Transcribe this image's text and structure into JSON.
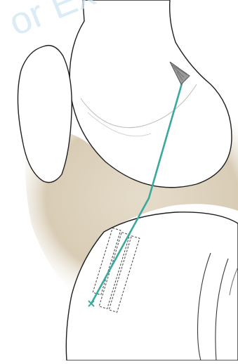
{
  "watermark": {
    "text": "or Ex"
  },
  "colors": {
    "background": "#ffffff",
    "joint_space": "#e6dccb",
    "joint_space_dark": "#cbbfa6",
    "bone_fill": "#ffffff",
    "outline": "#1f1f1f",
    "suture": "#3aa99c",
    "anchor": "#7a7a7a",
    "implant_outline": "#555555"
  },
  "icons": [
    "femur-shape",
    "tibia-shape",
    "patella-shape",
    "anchor-cone-icon",
    "suture-line",
    "implant-tubes"
  ]
}
